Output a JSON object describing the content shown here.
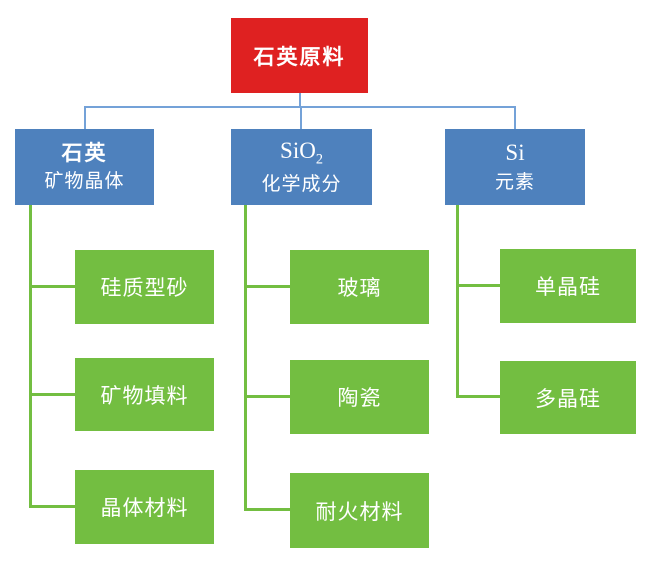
{
  "diagram": {
    "title_hint": "quartz raw material hierarchy",
    "root": {
      "label": "石英原料"
    },
    "branches": [
      {
        "title": "石英",
        "subtitle": "矿物晶体",
        "children": [
          "硅质型砂",
          "矿物填料",
          "晶体材料"
        ]
      },
      {
        "title": "SiO",
        "title_subscript": "2",
        "subtitle": "化学成分",
        "children": [
          "玻璃",
          "陶瓷",
          "耐火材料"
        ]
      },
      {
        "title": "Si",
        "subtitle": "元素",
        "children": [
          "单晶硅",
          "多晶硅"
        ]
      }
    ],
    "colors": {
      "root_bg": "#df2121",
      "branch_bg": "#4e81bd",
      "leaf_bg": "#73be41",
      "connector_blue": "#74a2d8",
      "connector_green": "#73be41",
      "text": "#ffffff"
    }
  }
}
